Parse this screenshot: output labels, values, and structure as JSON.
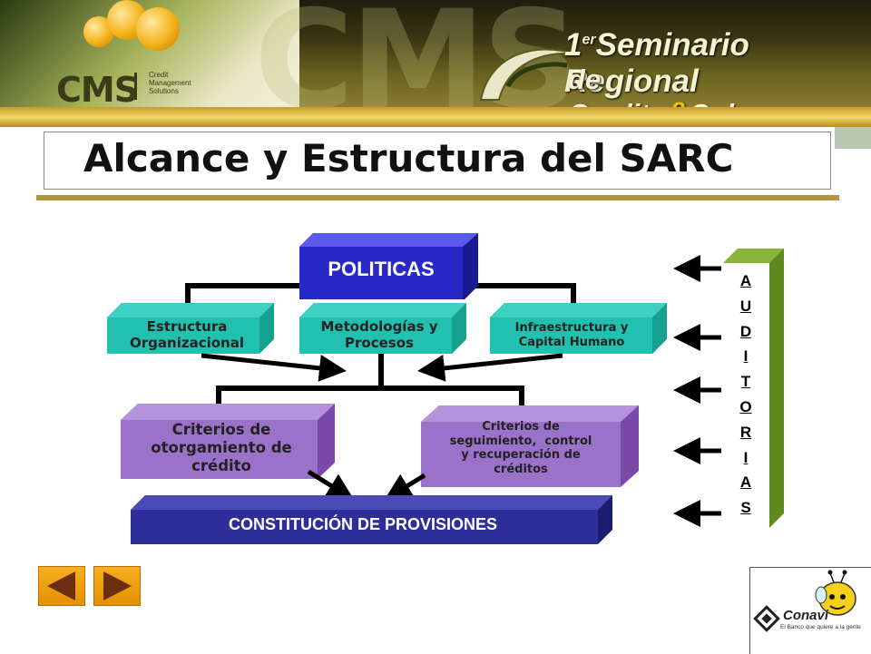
{
  "header": {
    "logo_text": "CMS",
    "logo_subtext": [
      "Credit",
      "Management",
      "Solutions"
    ],
    "watermark": "CMS",
    "seminar_line1_prefix": "1",
    "seminar_line1_sup": "er",
    "seminar_line1_rest": "Seminario Regional",
    "seminar_line2_a": "de Credito",
    "seminar_line2_amp": "&",
    "seminar_line2_b": "Cobranzas"
  },
  "title": "Alcance y Estructura del SARC",
  "diagram": {
    "politicas": "POLITICAS",
    "estructura": [
      "Estructura",
      "Organizacional"
    ],
    "metodologias": [
      "Metodologías y",
      "Procesos"
    ],
    "infraestructura": [
      "Infraestructura y",
      "Capital Humano"
    ],
    "criterios_otorgamiento": [
      "Criterios de",
      "otorgamiento de",
      "crédito"
    ],
    "criterios_seguimiento": [
      "Criterios de",
      "seguimiento,  control",
      "y recuperación de",
      "créditos"
    ],
    "constitucion": "CONSTITUCIÓN DE PROVISIONES",
    "auditorias_letters": [
      "A",
      "U",
      "D",
      "I",
      "T",
      "O",
      "R",
      "I",
      "A",
      "S"
    ]
  },
  "footer": {
    "conavi_name": "Conavi",
    "conavi_tagline": "El Banco que quiere a la gente"
  },
  "colors": {
    "politicas": "#2a2acc",
    "teal": "#1fb8a8",
    "purple": "#9a6fc8",
    "navy": "#2e2e9a",
    "auditorias": "#8ab53a",
    "nav_orange": "#f0a010"
  },
  "icons": {
    "prev": "triangle-left-icon",
    "next": "triangle-right-icon"
  }
}
